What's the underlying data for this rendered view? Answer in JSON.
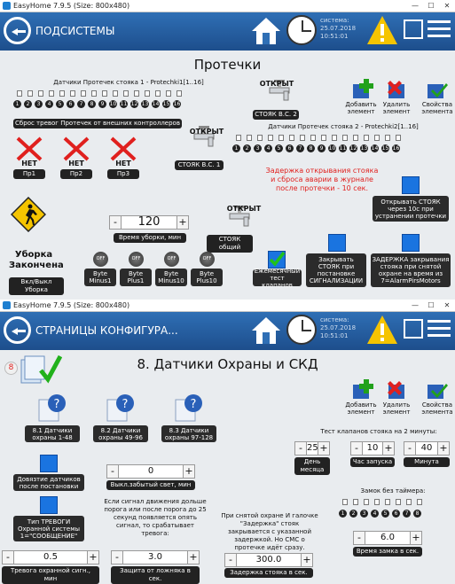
{
  "win1": {
    "title": "EasyHome 7.9.5 (Size: 800x480)",
    "header_title": "ПОДСИСТЕМЫ",
    "sys_label": "система:",
    "date": "25.07.2018",
    "time": "10:51:01",
    "page_title": "Протечки",
    "sensors1_label": "Датчики Протечек стояка 1 - Protechki1[1..16]",
    "sensors1": [
      "1",
      "2",
      "3",
      "4",
      "5",
      "6",
      "7",
      "8",
      "9",
      "10",
      "11",
      "12",
      "13",
      "14",
      "15",
      "16"
    ],
    "reset_label": "Сброс тревог Протечек от внешних контроллеров",
    "riser_bc2_state": "ОТКРЫТ",
    "riser_bc2_label": "СТОЯК В.С. 2",
    "riser_bc1_state": "ОТКРЫТ",
    "riser_bc1_label": "СТОЯК В.С. 1",
    "riser_common_state": "ОТКРЫТ",
    "riser_common_label": "СТОЯК общий",
    "sensors2_label": "Датчики Протечек стояка 2 - Protechki2[1..16]",
    "sensors2": [
      "1",
      "2",
      "3",
      "4",
      "5",
      "6",
      "7",
      "8",
      "9",
      "10",
      "11",
      "12",
      "13",
      "14",
      "15",
      "16"
    ],
    "tools": {
      "add": "Добавить элемент",
      "delete": "Удалить элемент",
      "props": "Свойства элемента"
    },
    "leaks": [
      {
        "state": "НЕТ",
        "name": "Пр1"
      },
      {
        "state": "НЕТ",
        "name": "Пр2"
      },
      {
        "state": "НЕТ",
        "name": "Пр3"
      }
    ],
    "delay_text": "Задержка открывания стояка и сброса аварии в журнале после протечки - 10 сек.",
    "reopen_label": "Открывать СТОЯК через 10с при устранении протечки",
    "cleaning_value": "120",
    "cleaning_label": "Время уборки, мин",
    "cleaning_title": "Уборка Закончена",
    "cleaning_toggle": "Вкл/Выкл Уборка",
    "off_label": "OFF",
    "bytes": [
      "Byte Minus1",
      "Byte Plus1",
      "Byte Minus10",
      "Byte Plus10"
    ],
    "monthly_test": "Ежемесячный тест клапанов",
    "close_on_alarm": "Закрывать СТОЯК при постановке СИГНАЛИЗАЦИИ",
    "delay_close": "ЗАДЕРЖКА закрывания стояка при снятой охране на время из 7=AlarmPirsMotors"
  },
  "win2": {
    "title": "EasyHome 7.9.5 (Size: 800x480)",
    "header_title": "СТРАНИЦЫ КОНФИГУРА...",
    "sys_label": "система:",
    "date": "25.07.2018",
    "time": "10:51:01",
    "badge": "8",
    "page_title": "8. Датчики Охраны и СКД",
    "sensor_groups": [
      "8.1 Датчики охраны 1-48",
      "8.2 Датчики охраны 49-96",
      "8.3 Датчики охраны 97-128"
    ],
    "tools": {
      "add": "Добавить элемент",
      "delete": "Удалить элемент",
      "props": "Свойства элемента"
    },
    "valve_test_title": "Тест клапанов стояка на 2 минуты:",
    "day_value": "25",
    "day_label": "День месяца",
    "hour_value": "10",
    "hour_label": "Час запуска",
    "minute_value": "40",
    "minute_label": "Минута",
    "forgotten_value": "0",
    "forgotten_label": "Выкл.забытый свет, мин",
    "bind_label": "Довязтие датчиков после постановки",
    "motion_text": "Если сигнал движения дольше порога или после порога до 25 секунд появляется опять сигнал, то срабатывает тревога:",
    "disarmed_text": "При снятой охране И галочке \"Задержка\" стояк закрывается с указанной задержкой. Но СМС о протечке идёт сразу.",
    "lock_title": "Замок без таймера:",
    "locks": [
      "1",
      "2",
      "3",
      "4",
      "5",
      "6",
      "7",
      "8"
    ],
    "lock_time_value": "6.0",
    "lock_time_label": "Время замка в сек.",
    "alarm_type_label": "Тип ТРЕВОГИ Охранной системы 1=\"СООБЩЕНИЕ\"",
    "alarm_signal_value": "0.5",
    "alarm_signal_label": "Тревога охранной сигн., мин",
    "false_value": "3.0",
    "false_label": "Защита от ложняка в сек.",
    "riser_delay_value": "300.0",
    "riser_delay_label": "Задержка стояка в сек."
  }
}
